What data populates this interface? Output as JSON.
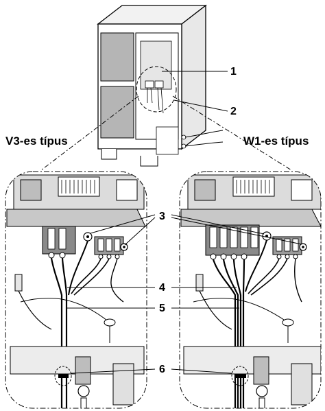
{
  "type_labels": {
    "left": "V3-es típus",
    "right": "W1-es típus"
  },
  "callouts": {
    "c1": "1",
    "c2": "2",
    "c3": "3",
    "c4": "4",
    "c5": "5",
    "c6": "6"
  },
  "colors": {
    "line": "#000000",
    "fill_light": "#e6e6e6",
    "fill_mid": "#bdbdbd",
    "fill_dark": "#8a8a8a",
    "background": "#ffffff"
  }
}
